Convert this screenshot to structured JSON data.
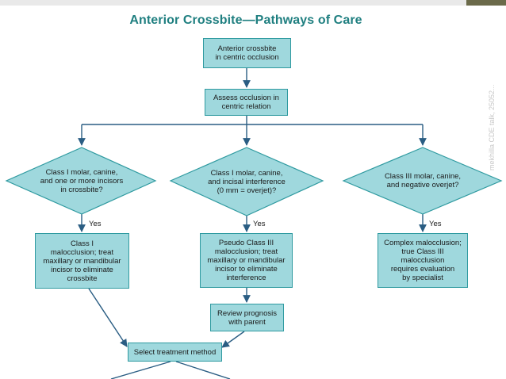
{
  "title": "Anterior Crossbite—Pathways of Care",
  "nodes": {
    "start": "Anterior crossbite\nin centric occlusion",
    "assess": "Assess occlusion in\ncentric relation",
    "q_left": "Class I molar, canine,\nand one or more incisors\nin crossbite?",
    "q_mid": "Class I molar, canine,\nand incisal interference\n(0 mm = overjet)?",
    "q_right": "Class III molar, canine,\nand negative overjet?",
    "r_left": "Class I\nmalocclusion; treat\nmaxillary or mandibular\nincisor to eliminate\ncrossbite",
    "r_mid": "Pseudo Class III\nmalocclusion; treat\nmaxillary or mandibular\nincisor to eliminate\ninterference",
    "r_right": "Complex malocclusion;\ntrue Class III\nmalocclusion\nrequires evaluation\nby specialist",
    "review": "Review prognosis\nwith parent",
    "select": "Select treatment method"
  },
  "yes_labels": {
    "left": "Yes",
    "mid": "Yes",
    "right": "Yes"
  },
  "watermark": "mekhilla CDE talk, 25052..."
}
